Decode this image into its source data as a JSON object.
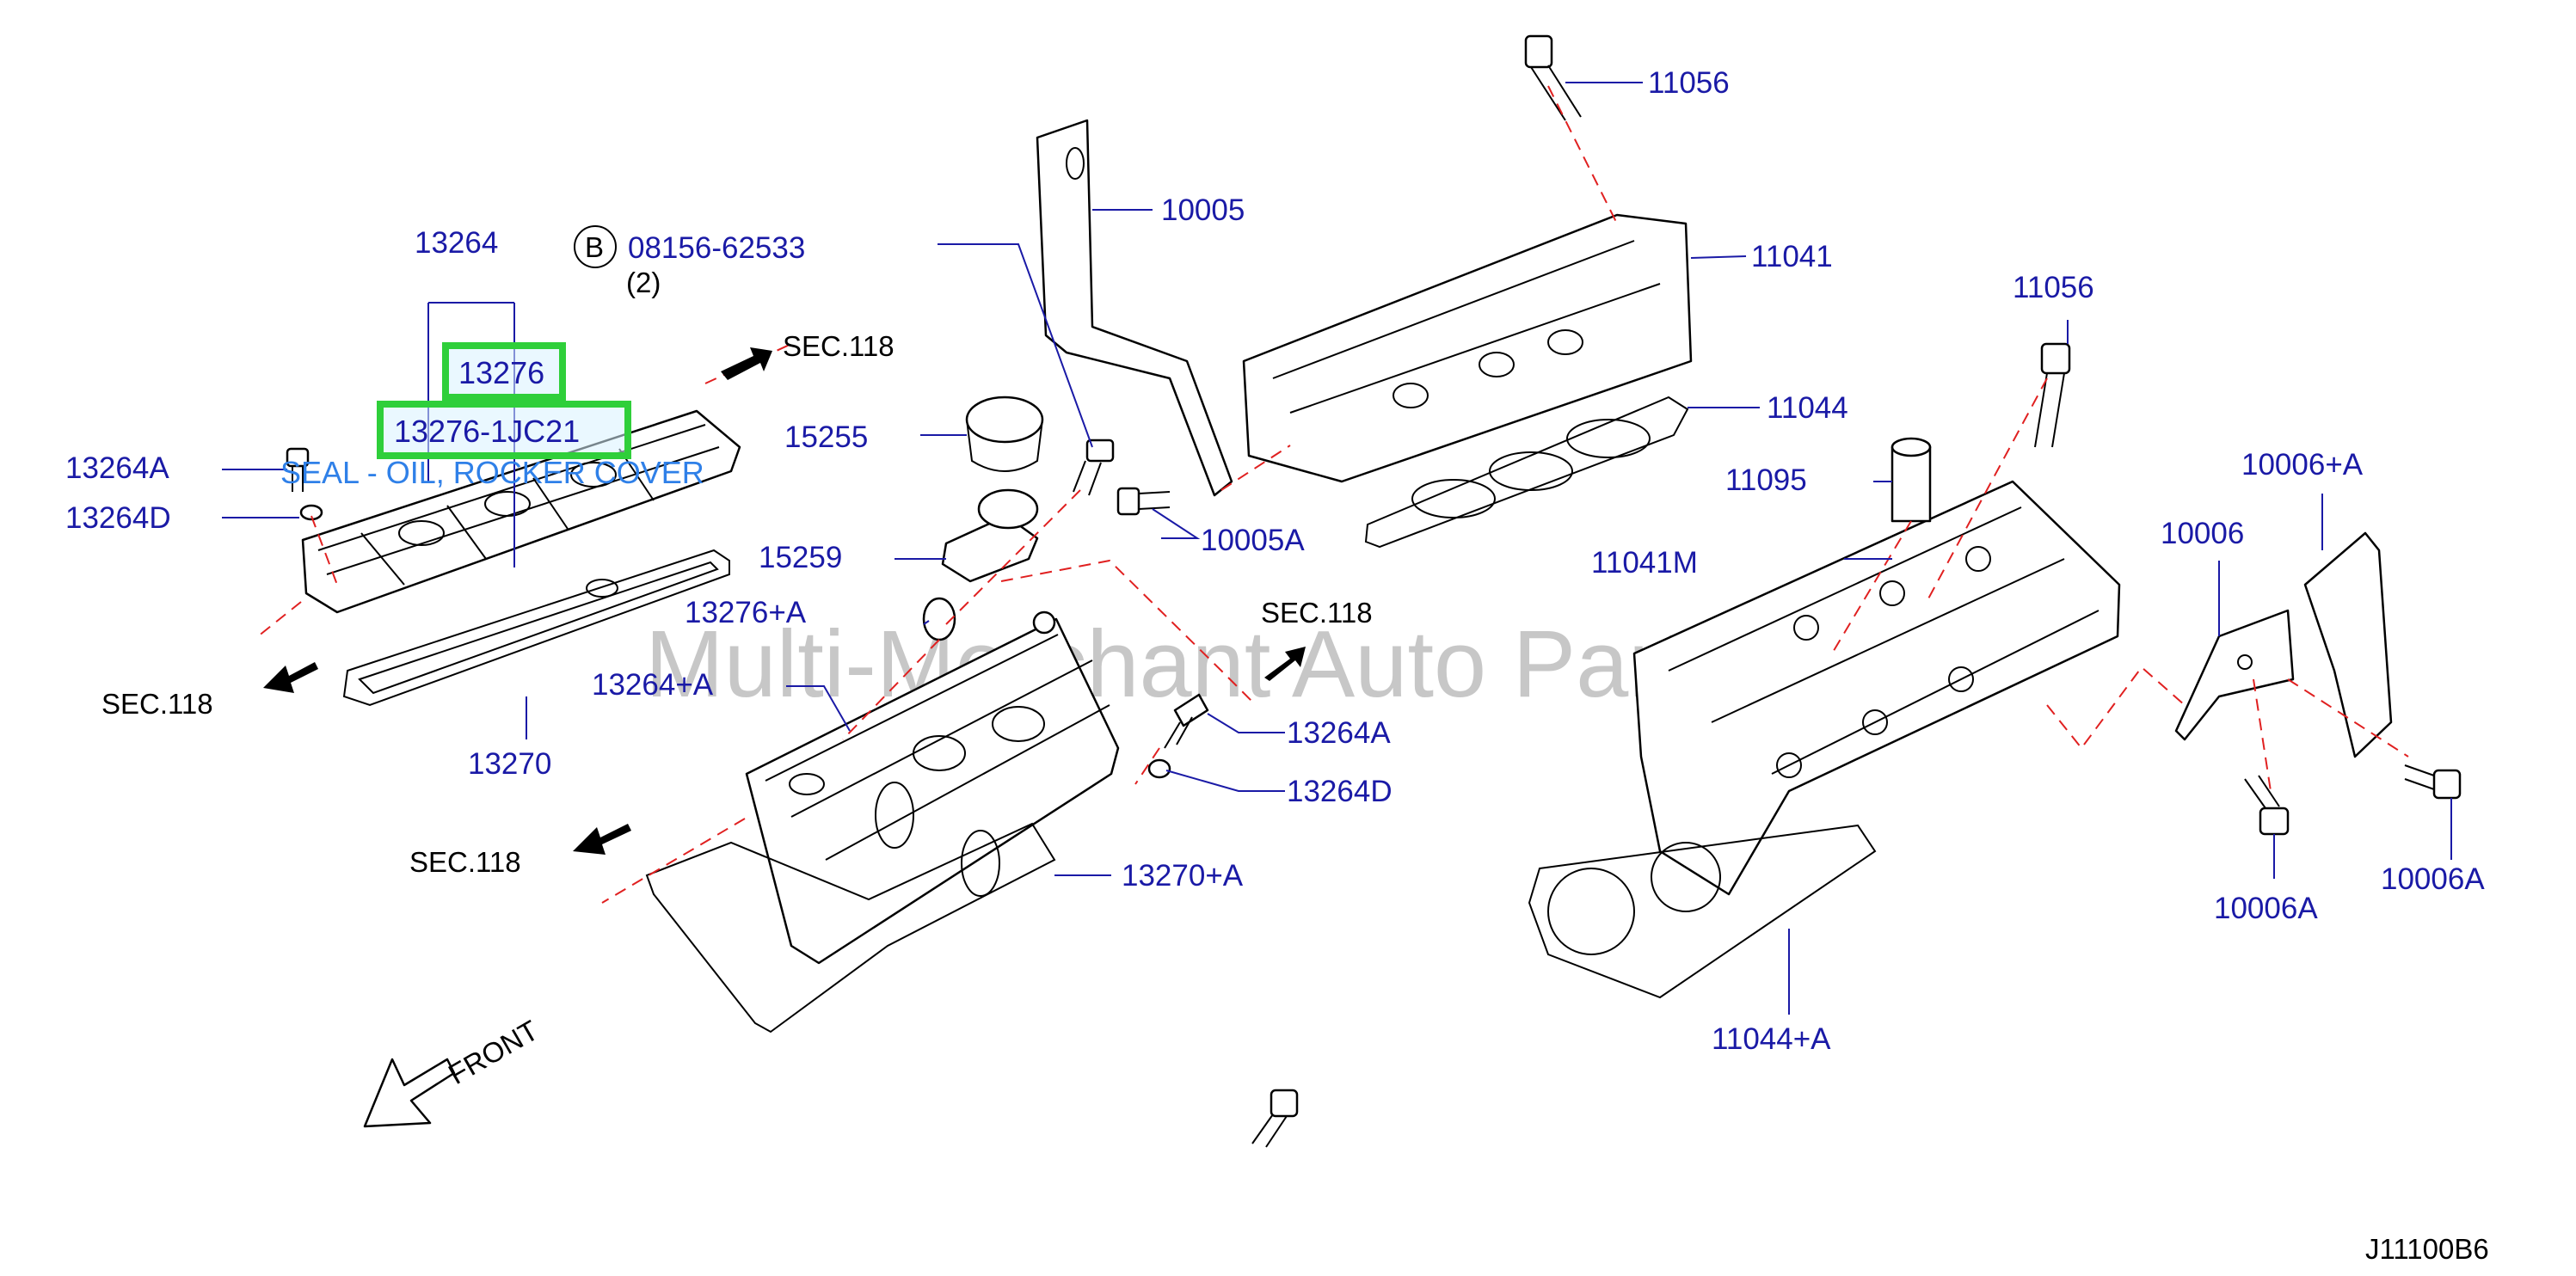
{
  "watermark": "Multi-Merchant Auto Partstore",
  "diagram_code": "J11100B6",
  "front_label": "FRONT",
  "bolt_ref": {
    "symbol": "B",
    "part": "08156-62533",
    "qty": "(2)"
  },
  "section_refs": [
    "SEC.118",
    "SEC.118",
    "SEC.118",
    "SEC.118"
  ],
  "highlight": {
    "part": "13276",
    "part_number": "13276-1JC21",
    "description": "SEAL - OIL, ROCKER COVER"
  },
  "labels": [
    "13264",
    "13264A",
    "13264D",
    "13270",
    "15255",
    "15259",
    "13276+A",
    "13264+A",
    "10005",
    "10005A",
    "13264A",
    "13264D",
    "13270+A",
    "11056",
    "11041",
    "11044",
    "11056",
    "11095",
    "11041M",
    "10006",
    "10006+A",
    "10006A",
    "10006A",
    "11044+A"
  ]
}
